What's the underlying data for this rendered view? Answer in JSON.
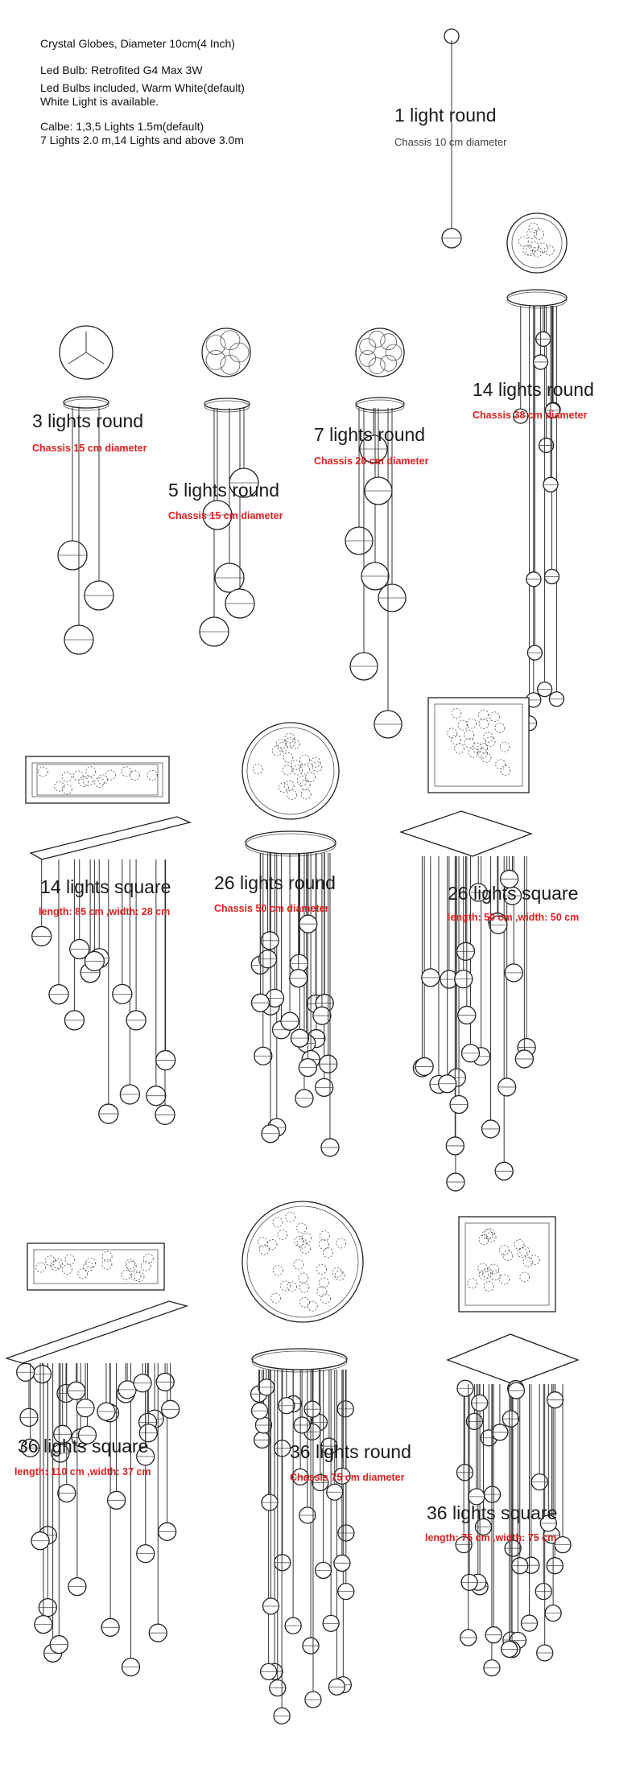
{
  "specs": {
    "line1": "Crystal Globes, Diameter 10cm(4 Inch)",
    "line2": "Led Bulb: Retrofited G4 Max 3W",
    "line3": "Led Bulbs included, Warm White(default)",
    "line4": "White Light is available.",
    "line5": "Calbe: 1,3,5 Lights 1.5m(default)",
    "line6": "7 Lights 2.0 m,14 Lights and above 3.0m"
  },
  "models": [
    {
      "title": "1 light round",
      "detail": "Chassis 10 cm diameter"
    },
    {
      "title": "3 lights round",
      "detail": "Chassis 15 cm diameter"
    },
    {
      "title": "5 lights round",
      "detail": "Chassis 15 cm diameter"
    },
    {
      "title": "7 lights round",
      "detail": "Chassis 20 cm diameter"
    },
    {
      "title": "14 lights round",
      "detail": "Chassis 38 cm diameter"
    },
    {
      "title": "14 lights square",
      "detail": "length: 85 cm ,width: 28 cm"
    },
    {
      "title": "26 lights round",
      "detail": "Chassis 50 cm diameter"
    },
    {
      "title": "26 lights square",
      "detail": "length: 50 cm ,width: 50 cm"
    },
    {
      "title": "36 lights square",
      "detail": "length: 110 cm ,width: 37 cm"
    },
    {
      "title": "36 lights round",
      "detail": "Chassis 75 cm diameter"
    },
    {
      "title": "36 lights square",
      "detail": "length: 75 cm ,width: 75 cm"
    }
  ],
  "colors": {
    "detail_red": "#e0201f",
    "detail_gray": "#444444",
    "line": "#333333"
  }
}
